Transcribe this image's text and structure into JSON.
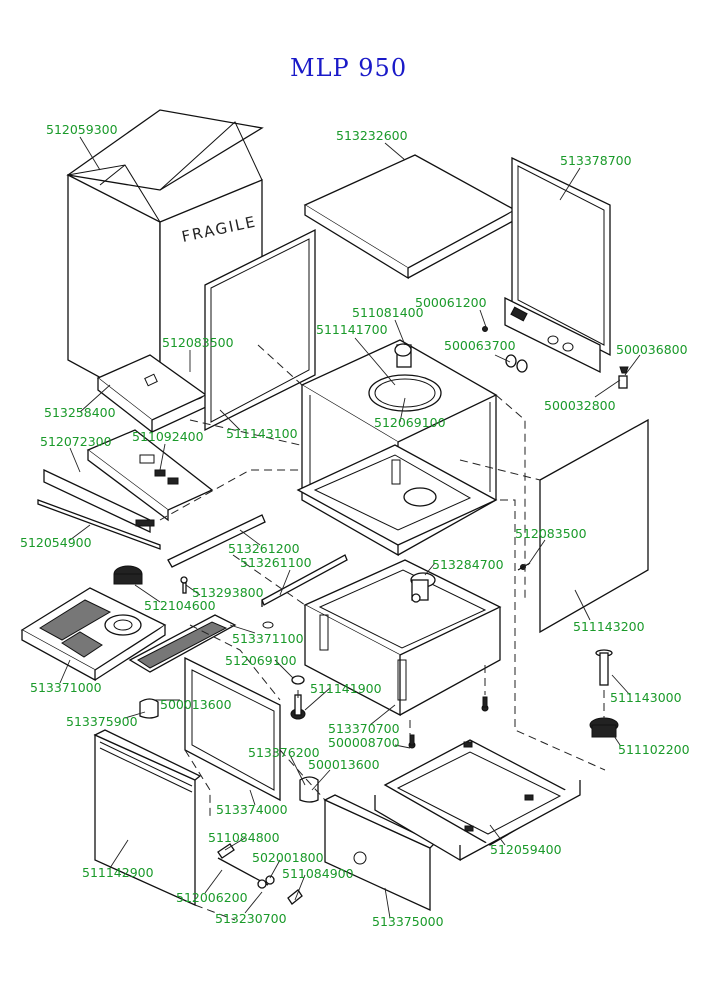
{
  "title": "MLP  950",
  "box_text": "FRAGILE",
  "parts": [
    "512059300",
    "513232600",
    "513378700",
    "511081400",
    "500061200",
    "511141700",
    "512083500",
    "500063700",
    "500036800",
    "513258400",
    "511143100",
    "512069100",
    "500032800",
    "512072300",
    "511092400",
    "512054900",
    "513261200",
    "513261100",
    "512083500",
    "513284700",
    "513293800",
    "512104600",
    "511143200",
    "513371100",
    "512069100",
    "513371000",
    "511141900",
    "511143000",
    "500013600",
    "513375900",
    "513370700",
    "500008700",
    "511102200",
    "513376200",
    "500013600",
    "513374000",
    "511084800",
    "502001800",
    "512059400",
    "511142900",
    "512006200",
    "511084900",
    "513230700",
    "513375000"
  ]
}
